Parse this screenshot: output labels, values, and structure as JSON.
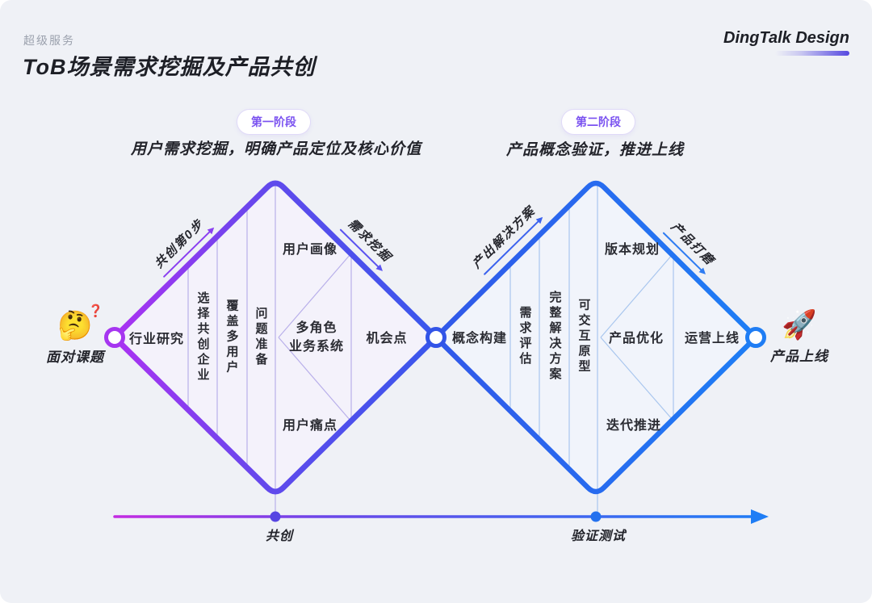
{
  "header": {
    "eyebrow": "超级服务",
    "title": "ToB场景需求挖掘及产品共创",
    "brand": "DingTalk Design"
  },
  "stage1": {
    "badge": "第一阶段",
    "subtitle": "用户需求挖掘，明确产品定位及核心价值",
    "edge_up": "共创第0步",
    "edge_down": "需求挖掘",
    "cells": {
      "industry_research": "行业研究",
      "select_cocreate_companies": "选择共创企业",
      "cover_multi_users": "覆盖多用户",
      "question_prep": "问题准备",
      "user_persona": "用户画像",
      "multi_role_system": "多角色\n业务系统",
      "user_pain_points": "用户痛点",
      "opportunity": "机会点"
    }
  },
  "junction": {
    "label": "概念构建"
  },
  "stage2": {
    "badge": "第二阶段",
    "subtitle": "产品概念验证，推进上线",
    "edge_up": "产出解决方案",
    "edge_down": "产品打磨",
    "cells": {
      "demand_evaluation": "需求评估",
      "complete_solution": "完整解决方案",
      "interactive_prototype": "可交互原型",
      "version_planning": "版本规划",
      "product_optimization": "产品优化",
      "iteration": "迭代推进",
      "operation_launch": "运营上线"
    }
  },
  "start": {
    "icon": "🤔",
    "mark": "❓",
    "label": "面对课题"
  },
  "end": {
    "icon": "🚀",
    "label": "产品上线"
  },
  "axis": {
    "tick1": "共创",
    "tick2": "验证测试"
  },
  "colors": {
    "magenta": "#AB32F2",
    "violet": "#5F4AEC",
    "blue": "#1E7CF3",
    "ink": "#26272E",
    "badge_purple": "#7A52F0",
    "background": "#EFF1F6"
  }
}
